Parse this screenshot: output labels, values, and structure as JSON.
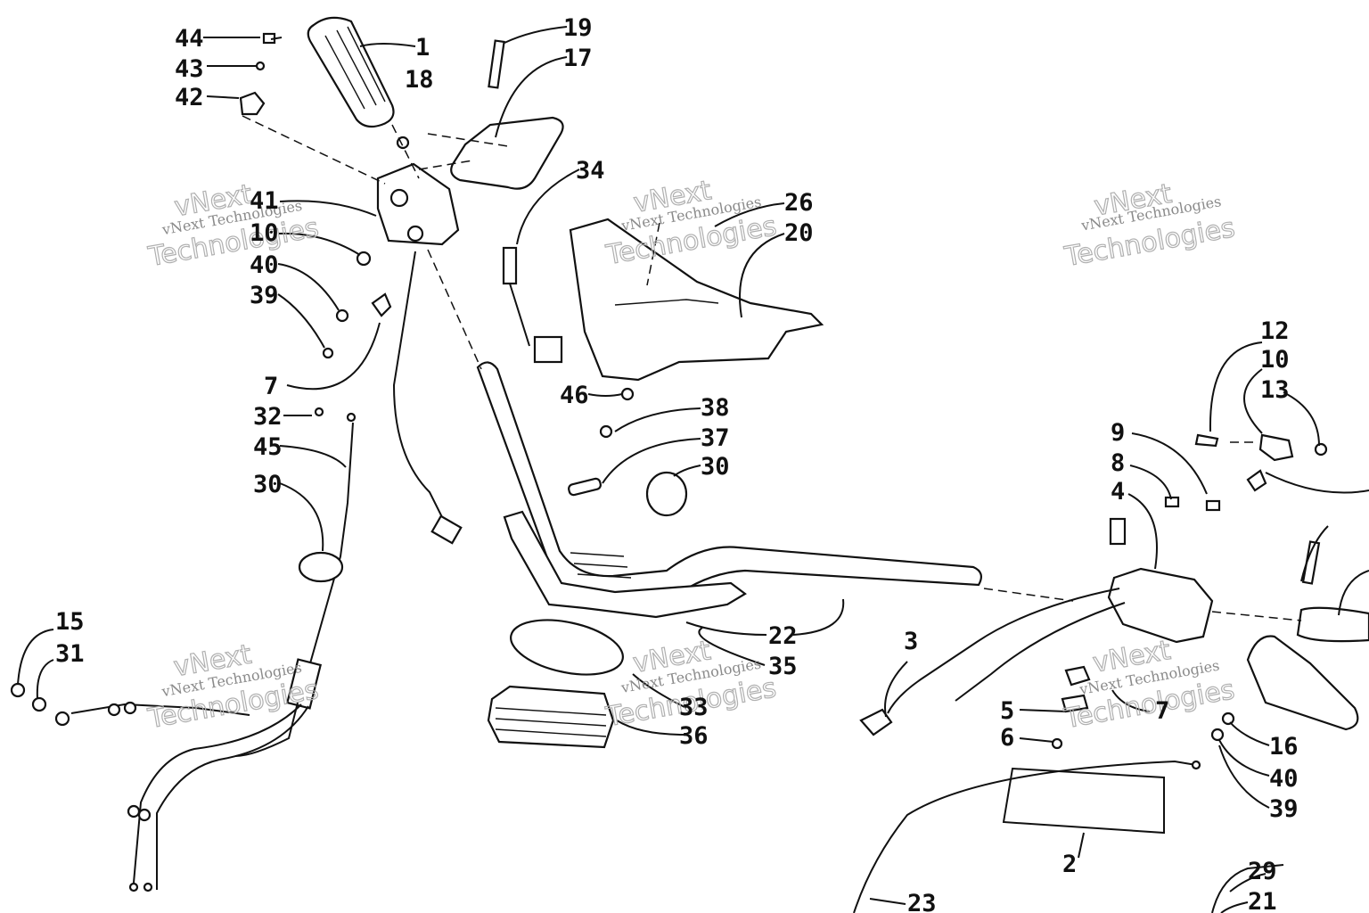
{
  "watermark": {
    "line1": "vNext Technologies",
    "line2": "vNext",
    "line3": "Technologies"
  },
  "labels": [
    "44",
    "43",
    "42",
    "1",
    "18",
    "19",
    "17",
    "34",
    "41",
    "10",
    "40",
    "39",
    "7",
    "26",
    "20",
    "46",
    "38",
    "37",
    "30",
    "32",
    "45",
    "30",
    "15",
    "31",
    "33",
    "36",
    "22",
    "35",
    "12",
    "10",
    "13",
    "9",
    "8",
    "4",
    "3",
    "5",
    "6",
    "7",
    "16",
    "40",
    "39",
    "2",
    "23",
    "29",
    "21"
  ],
  "colors": {
    "ink": "#111111",
    "watermark": "#8a8a8a",
    "background": "#ffffff"
  }
}
